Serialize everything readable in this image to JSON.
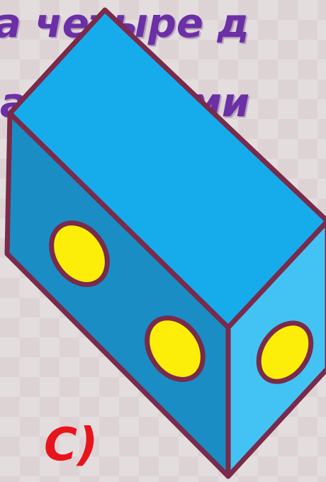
{
  "slide": {
    "text_line_1": "а четыре д",
    "text_line_2": "а Е) - доми",
    "answer_label": "С)"
  },
  "colors": {
    "background": "#ddd3d5",
    "text": "#6b2fa6",
    "answer_label": "#e8141c",
    "top_face": "#16acec",
    "left_face": "#1a8dc4",
    "right_face": "#43c3f3",
    "outline": "#7a2a4a",
    "pips": "#fcee08"
  },
  "domino": {
    "pips_left_face": 2,
    "pips_right_face": 1
  }
}
